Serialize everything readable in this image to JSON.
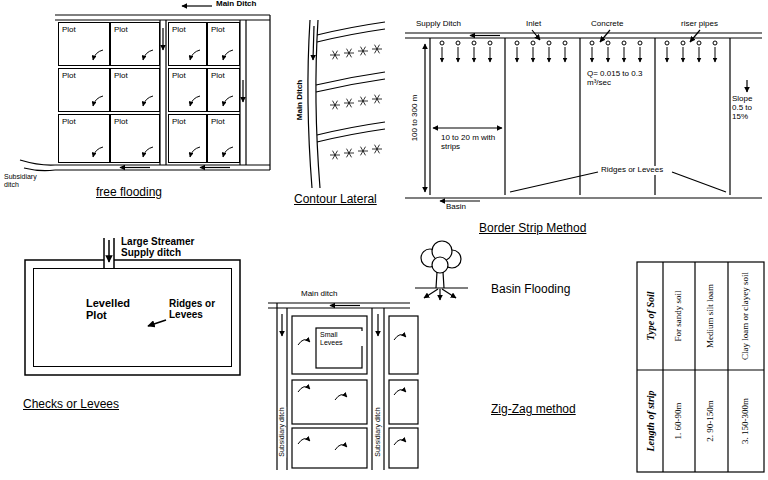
{
  "diagram": {
    "nodes": [
      {
        "text": [
          "Plot"
        ]
      },
      {
        "text": [
          "Plot"
        ]
      },
      {
        "text": [
          "Plot"
        ]
      },
      {
        "text": [
          "Plot"
        ]
      },
      {
        "text": [
          "Plot"
        ]
      },
      {
        "text": [
          "Plot"
        ]
      },
      {
        "text": [
          "Plot"
        ]
      },
      {
        "text": [
          "Plot"
        ]
      },
      {
        "text": [
          "Plot"
        ]
      },
      {
        "text": [
          "Plot"
        ]
      },
      {
        "text": [
          "Plot"
        ]
      },
      {
        "text": [
          "Plot"
        ]
      },
      {
        "text": [
          "Levelled Plot"
        ]
      }
    ],
    "labels": [
      "Main Ditch",
      "Subsidiary ditch",
      "free flooding",
      "Main Ditch",
      "Contour Lateral",
      "Supply Ditch",
      "Inlet",
      "Concrete",
      "riser pipes",
      "Q= 0.015 to 0.3 m³/sec",
      "100 to 300 m",
      "10 to 20 m with strips",
      "Slope 0.5 to 15%",
      "Ridges or Levees",
      "Basin",
      "Border Strip Method",
      "Large Streamer Supply ditch",
      "Ridges or Levees",
      "Checks or Levees",
      "Basin Flooding",
      "Main ditch",
      "Small Levees",
      "Subsidiary ditch",
      "Subsidiary ditch",
      "Zig-Zag method",
      "Length of strip",
      "Type of Soil",
      "1. 60-90m",
      "For sandy soil",
      "2. 90-150m",
      "Medium silt loam",
      "3. 150-300m",
      "Clay loam or clayey soil"
    ]
  }
}
